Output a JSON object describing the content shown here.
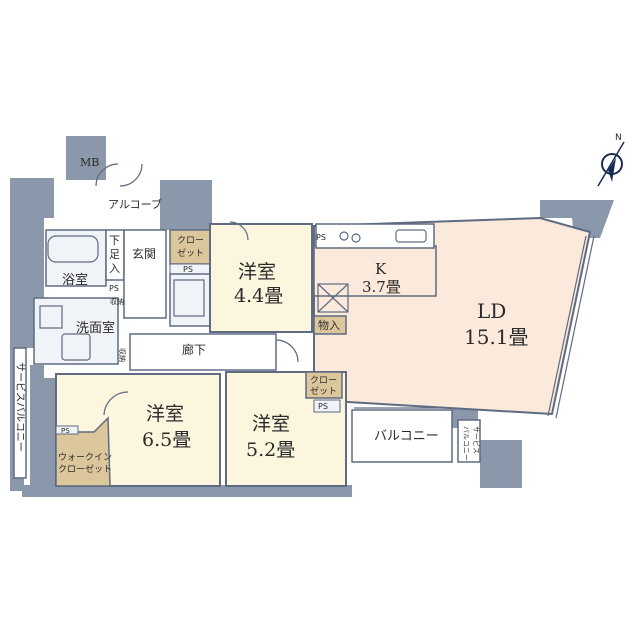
{
  "colors": {
    "wall": "#8b97ab",
    "room_ld": "#fbe9dc",
    "room_bed": "#fdf6df",
    "closet": "#dcc79d",
    "wet": "#f0f3f7",
    "line": "#5f6b80",
    "text": "#2b2b2b"
  },
  "labels": {
    "mb": "MB",
    "alcove": "アルコーブ",
    "shoe1": "下",
    "shoe2": "足",
    "shoe3": "入",
    "entrance": "玄関",
    "bath": "浴室",
    "washroom": "洗面室",
    "ps": "PS",
    "storage": "収納",
    "closet1": "クロー",
    "closet2": "ゼット",
    "hall": "廊下",
    "kitchen_name": "K",
    "kitchen_size": "3.7畳",
    "bed44_name": "洋室",
    "bed44_size": "4.4畳",
    "ld_name": "LD",
    "ld_size": "15.1畳",
    "pantry": "物入",
    "bed65_name": "洋室",
    "bed65_size": "6.5畳",
    "bed52_name": "洋室",
    "bed52_size": "5.2畳",
    "wic1": "ウォークイン",
    "wic2": "クローゼット",
    "balcony": "バルコニー",
    "service_balcony_left": "サービスバルコニー",
    "service_balcony_right1": "サービス",
    "service_balcony_right2": "バルコニー",
    "north": "N"
  }
}
